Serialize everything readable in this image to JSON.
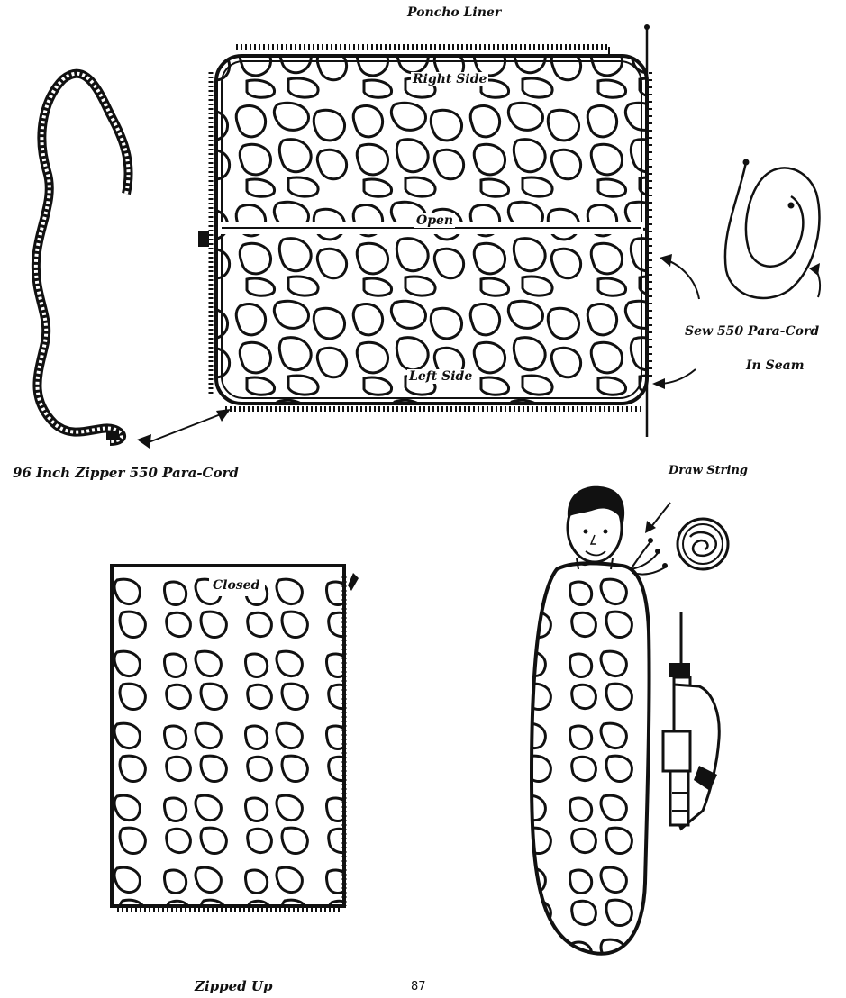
{
  "labels": {
    "poncho_liner": "Poncho Liner",
    "right_side": "Right Side",
    "open": "Open",
    "left_side": "Left Side",
    "sew_line1": "Sew 550 Para-Cord",
    "sew_line2": "In Seam",
    "zipper": "96 Inch Zipper 550 Para-Cord",
    "draw_string": "Draw String",
    "closed": "Closed",
    "zipped_up": "Zipped Up",
    "page_number": "87"
  },
  "colors": {
    "ink": "#111111",
    "paper": "#ffffff"
  }
}
